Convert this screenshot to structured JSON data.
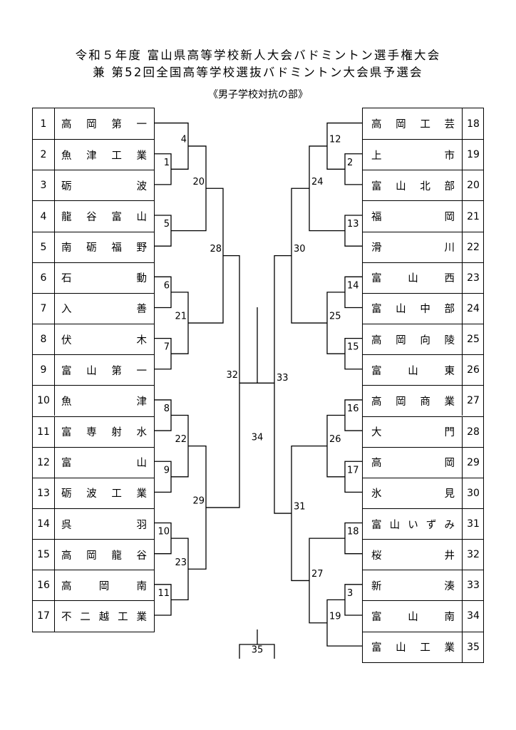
{
  "header": {
    "title_line1": "令和５年度 富山県高等学校新人大会バドミントン選手権大会",
    "title_line2": "兼 第52回全国高等学校選抜バドミントン大会県予選会",
    "subtitle": "《男子学校対抗の部》"
  },
  "left_teams": [
    {
      "no": "1",
      "name": "高岡第一"
    },
    {
      "no": "2",
      "name": "魚津工業"
    },
    {
      "no": "3",
      "name": "砺波"
    },
    {
      "no": "4",
      "name": "龍谷富山"
    },
    {
      "no": "5",
      "name": "南砺福野"
    },
    {
      "no": "6",
      "name": "石動"
    },
    {
      "no": "7",
      "name": "入善"
    },
    {
      "no": "8",
      "name": "伏木"
    },
    {
      "no": "9",
      "name": "富山第一"
    },
    {
      "no": "10",
      "name": "魚津"
    },
    {
      "no": "11",
      "name": "富専射水"
    },
    {
      "no": "12",
      "name": "富山"
    },
    {
      "no": "13",
      "name": "砺波工業"
    },
    {
      "no": "14",
      "name": "呉羽"
    },
    {
      "no": "15",
      "name": "高岡龍谷"
    },
    {
      "no": "16",
      "name": "高岡南"
    },
    {
      "no": "17",
      "name": "不二越工業"
    }
  ],
  "right_teams": [
    {
      "no": "18",
      "name": "高岡工芸"
    },
    {
      "no": "19",
      "name": "上市"
    },
    {
      "no": "20",
      "name": "富山北部"
    },
    {
      "no": "21",
      "name": "福岡"
    },
    {
      "no": "22",
      "name": "滑川"
    },
    {
      "no": "23",
      "name": "富山西"
    },
    {
      "no": "24",
      "name": "富山中部"
    },
    {
      "no": "25",
      "name": "高岡向陵"
    },
    {
      "no": "26",
      "name": "富山東"
    },
    {
      "no": "27",
      "name": "高岡商業"
    },
    {
      "no": "28",
      "name": "大門"
    },
    {
      "no": "29",
      "name": "高岡"
    },
    {
      "no": "30",
      "name": "氷見"
    },
    {
      "no": "31",
      "name": "富山いずみ"
    },
    {
      "no": "32",
      "name": "桜井"
    },
    {
      "no": "33",
      "name": "新湊"
    },
    {
      "no": "34",
      "name": "富山南"
    },
    {
      "no": "35",
      "name": "富山工業"
    }
  ],
  "matches_left": [
    {
      "id": "1",
      "a": "2",
      "b": "3"
    },
    {
      "id": "4",
      "a": "1",
      "b": "m1"
    },
    {
      "id": "5",
      "a": "4",
      "b": "5"
    },
    {
      "id": "20",
      "a": "m4",
      "b": "m5"
    },
    {
      "id": "6",
      "a": "6",
      "b": "7"
    },
    {
      "id": "7",
      "a": "8",
      "b": "9"
    },
    {
      "id": "21",
      "a": "m6",
      "b": "m7"
    },
    {
      "id": "28",
      "a": "m20",
      "b": "m21"
    },
    {
      "id": "8",
      "a": "10",
      "b": "11"
    },
    {
      "id": "9",
      "a": "12",
      "b": "13"
    },
    {
      "id": "22",
      "a": "m8",
      "b": "m9"
    },
    {
      "id": "10",
      "a": "14",
      "b": "15"
    },
    {
      "id": "11",
      "a": "16",
      "b": "17"
    },
    {
      "id": "23",
      "a": "m10",
      "b": "m11"
    },
    {
      "id": "29",
      "a": "m22",
      "b": "m23"
    },
    {
      "id": "32",
      "a": "m28",
      "b": "m29"
    }
  ],
  "matches_right": [
    {
      "id": "2",
      "a": "19",
      "b": "20"
    },
    {
      "id": "12",
      "a": "18",
      "b": "m2"
    },
    {
      "id": "13",
      "a": "21",
      "b": "22"
    },
    {
      "id": "24",
      "a": "m12",
      "b": "m13"
    },
    {
      "id": "14",
      "a": "23",
      "b": "24"
    },
    {
      "id": "15",
      "a": "25",
      "b": "26"
    },
    {
      "id": "25",
      "a": "m14",
      "b": "m15"
    },
    {
      "id": "30",
      "a": "m24",
      "b": "m25"
    },
    {
      "id": "16",
      "a": "27",
      "b": "28"
    },
    {
      "id": "17",
      "a": "29",
      "b": "30"
    },
    {
      "id": "26",
      "a": "m16",
      "b": "m17"
    },
    {
      "id": "18",
      "a": "31",
      "b": "32"
    },
    {
      "id": "3",
      "a": "33",
      "b": "34"
    },
    {
      "id": "19",
      "a": "m3",
      "b": "35"
    },
    {
      "id": "27",
      "a": "m18",
      "b": "m19"
    },
    {
      "id": "31",
      "a": "m26",
      "b": "m27"
    },
    {
      "id": "33",
      "a": "m30",
      "b": "m31"
    }
  ],
  "final_match": "34",
  "third_place_match": "35"
}
